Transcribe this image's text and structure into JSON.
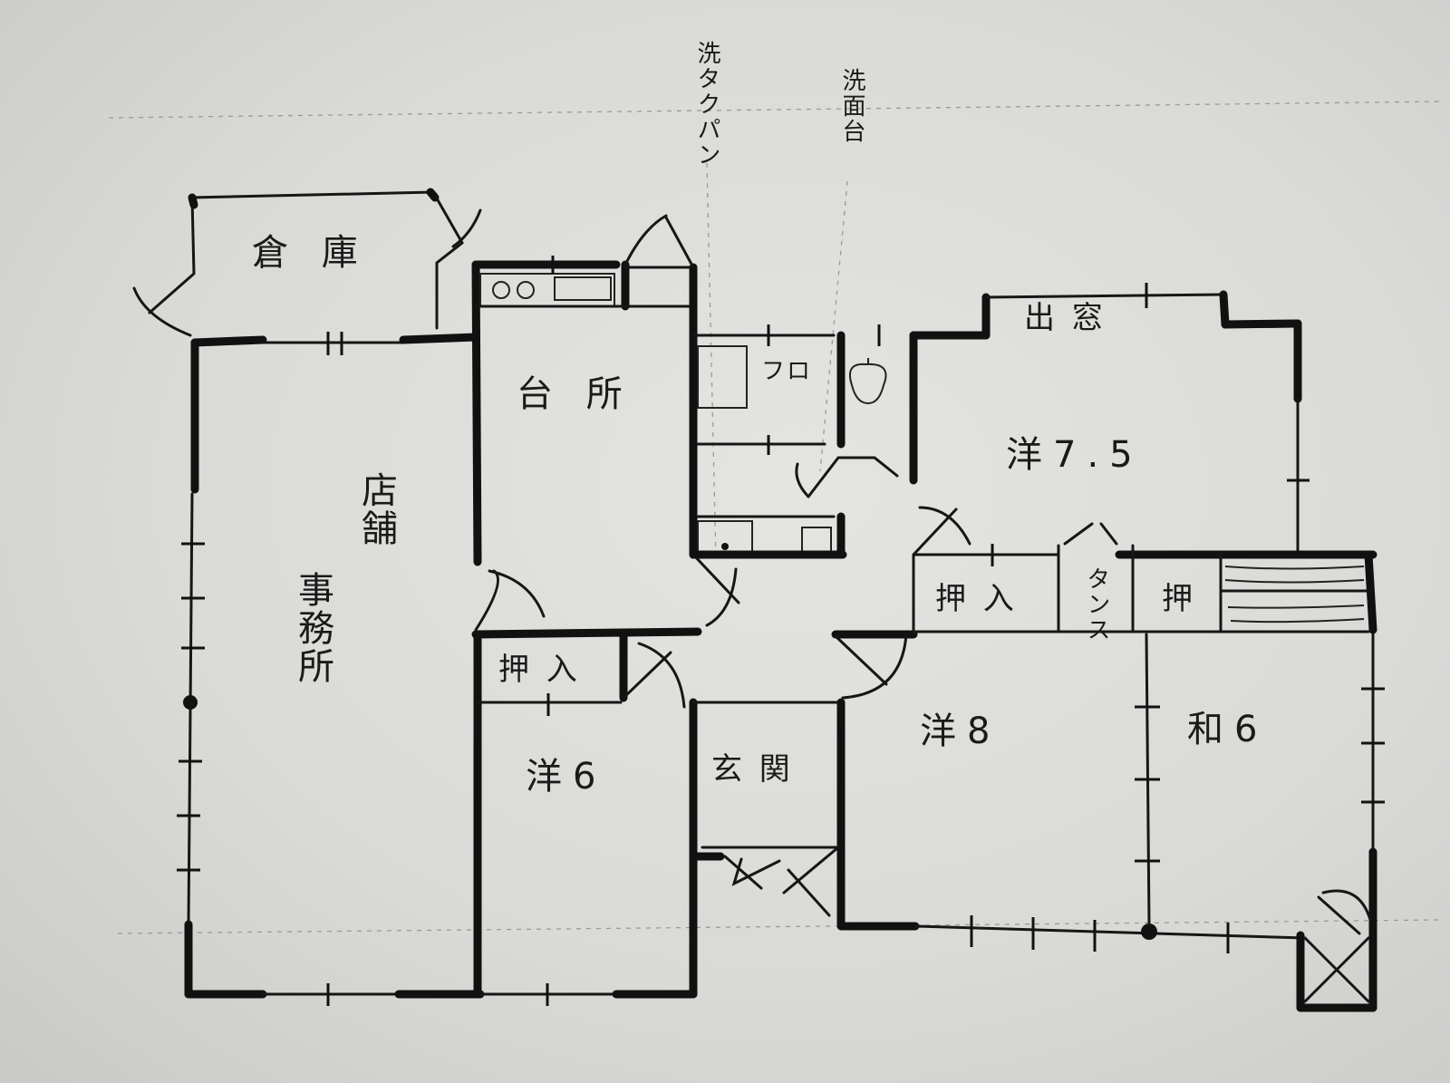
{
  "rooms": {
    "storage": "倉 庫",
    "kitchen": "台 所",
    "shop_office_a": "店舗",
    "shop_office_b": "事務所",
    "bath": "フロ",
    "washbasin": "洗面台",
    "laundry_pan": "洗タクパン",
    "western_75": "洋7.5",
    "bay_window": "出 窓",
    "closet_upper": "押 入",
    "wardrobe": "タンス",
    "closet_small": "押",
    "western_8": "洋8",
    "japanese_6": "和6",
    "closet_lower": "押 入",
    "western_6": "洋6",
    "entrance": "玄 関"
  }
}
